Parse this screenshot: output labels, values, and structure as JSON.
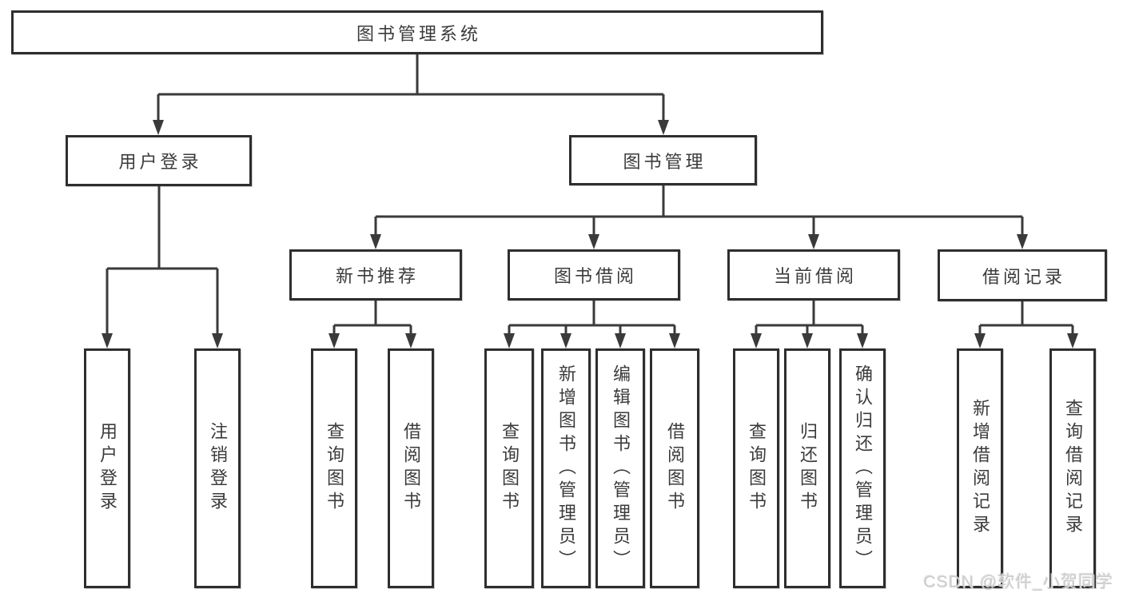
{
  "tree": {
    "root": {
      "label": "图书管理系统",
      "children": [
        {
          "label": "用户登录",
          "children": [
            {
              "label": "用户登录"
            },
            {
              "label": "注销登录"
            }
          ]
        },
        {
          "label": "图书管理",
          "children": [
            {
              "label": "新书推荐",
              "children": [
                {
                  "label": "查询图书"
                },
                {
                  "label": "借阅图书"
                }
              ]
            },
            {
              "label": "图书借阅",
              "children": [
                {
                  "label": "查询图书"
                },
                {
                  "label": "新增图书（管理员）"
                },
                {
                  "label": "编辑图书（管理员）"
                },
                {
                  "label": "借阅图书"
                }
              ]
            },
            {
              "label": "当前借阅",
              "children": [
                {
                  "label": "查询图书"
                },
                {
                  "label": "归还图书"
                },
                {
                  "label": "确认归还（管理员）"
                }
              ]
            },
            {
              "label": "借阅记录",
              "children": [
                {
                  "label": "新增借阅记录"
                },
                {
                  "label": "查询借阅记录"
                }
              ]
            }
          ]
        }
      ]
    }
  },
  "watermark": {
    "text": "CSDN @软件_小贺同学"
  },
  "colors": {
    "line": "#3a3a3a",
    "box_border": "#2e2e2e",
    "text": "#3b3b3b",
    "background": "#ffffff",
    "watermark": "#cccccc"
  }
}
